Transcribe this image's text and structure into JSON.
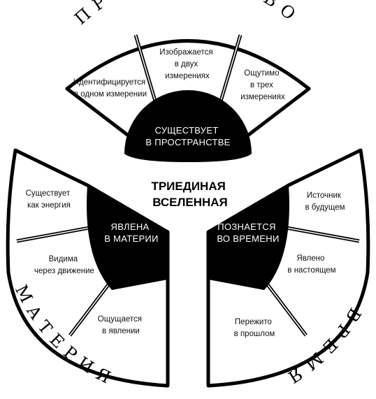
{
  "center": {
    "line1": "ТРИЕДИНАЯ",
    "line2": "ВСЕЛЕННАЯ"
  },
  "space": {
    "label": "ПРОСТРАНСТВО",
    "hub": {
      "line1": "СУЩЕСТВУЕТ",
      "line2": "В ПРОСТРАНСТВЕ"
    },
    "segments": [
      {
        "line1": "Идентифицируется",
        "line2": "в одном измерении"
      },
      {
        "line1": "Изображается",
        "line2": "в двух",
        "line3": "измерениях"
      },
      {
        "line1": "Ощутимо",
        "line2": "в трех",
        "line3": "измерениях"
      }
    ]
  },
  "matter": {
    "label": "МАТЕРИЯ",
    "hub": {
      "line1": "ЯВЛЕНА",
      "line2": "В МАТЕРИИ"
    },
    "segments": [
      {
        "line1": "Существует",
        "line2": "как энергия"
      },
      {
        "line1": "Видима",
        "line2": "через движение"
      },
      {
        "line1": "Ощущается",
        "line2": "в явлении"
      }
    ]
  },
  "time": {
    "label": "ВРЕМЯ",
    "hub": {
      "line1": "ПОЗНАЕТСЯ",
      "line2": "ВО ВРЕМЕНИ"
    },
    "segments": [
      {
        "line1": "Источник",
        "line2": "в будущем"
      },
      {
        "line1": "Явлено",
        "line2": "в настоящем"
      },
      {
        "line1": "Пережито",
        "line2": "в прошлом"
      }
    ]
  }
}
